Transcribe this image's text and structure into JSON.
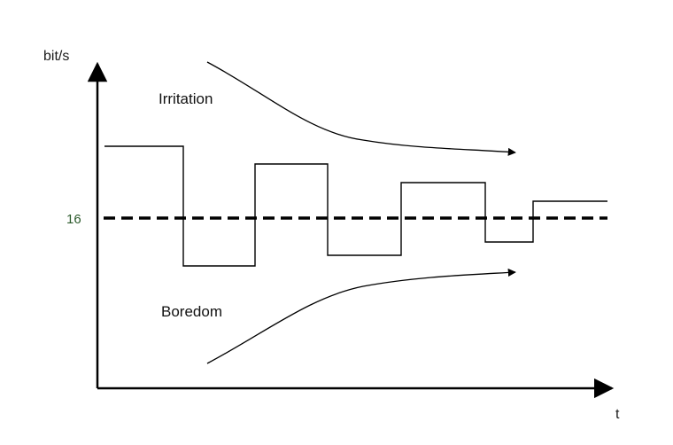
{
  "axes": {
    "y_label": "bit/s",
    "x_label": "t"
  },
  "threshold": {
    "label": "16",
    "value": 16
  },
  "regions": {
    "upper_label": "Irritation",
    "lower_label": "Boredom"
  },
  "colors": {
    "ink": "#000000",
    "tick_label": "#2c5a2c"
  }
}
